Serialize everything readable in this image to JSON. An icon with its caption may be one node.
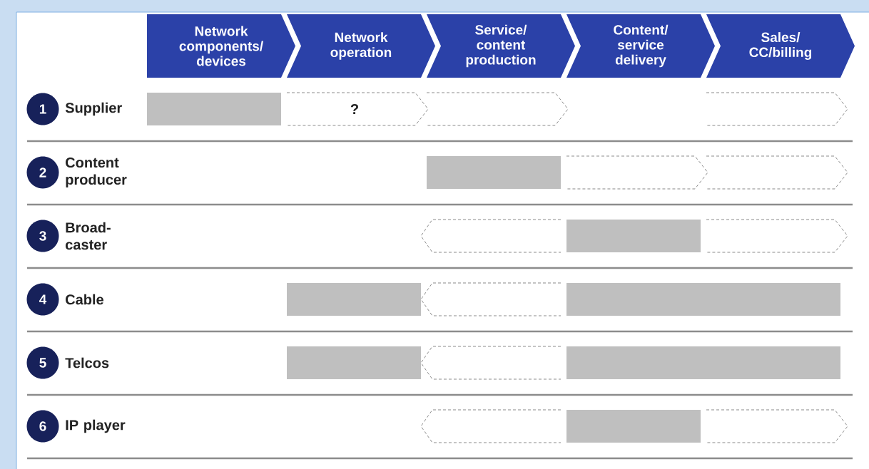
{
  "diagram": {
    "nodes": [
      {
        "text": [
          "Network components/ devices"
        ]
      },
      {
        "text": [
          "Network operation"
        ]
      },
      {
        "text": [
          "Service/ content production"
        ]
      },
      {
        "text": [
          "Content/ service delivery"
        ]
      },
      {
        "text": [
          "Sales/ CC/billing"
        ]
      },
      {
        "text": [
          "1"
        ],
        "beside": [
          "Supplier"
        ]
      },
      {
        "text": [],
        "shape": "bar"
      },
      {
        "text": [
          "?"
        ]
      },
      {
        "text": [],
        "shape": "chevron"
      },
      {
        "text": [],
        "shape": "chevron"
      },
      {
        "text": [
          "2"
        ],
        "beside": [
          "Content producer"
        ]
      },
      {
        "text": [],
        "shape": "bar"
      },
      {
        "text": [],
        "shape": "chevron"
      },
      {
        "text": [],
        "shape": "chevron"
      },
      {
        "text": [
          "3"
        ],
        "beside": [
          "Broad- caster"
        ]
      },
      {
        "text": [],
        "shape": "chevron"
      },
      {
        "text": [],
        "shape": "bar"
      },
      {
        "text": [],
        "shape": "chevron"
      },
      {
        "text": [
          "4"
        ],
        "beside": [
          "Cable"
        ]
      },
      {
        "text": [],
        "shape": "bar"
      },
      {
        "text": [],
        "shape": "chevron"
      },
      {
        "text": [],
        "shape": "bar"
      },
      {
        "text": [
          "5"
        ],
        "beside": [
          "Telcos"
        ]
      },
      {
        "text": [],
        "shape": "bar"
      },
      {
        "text": [],
        "shape": "chevron"
      },
      {
        "text": [],
        "shape": "bar"
      },
      {
        "text": [
          "6"
        ],
        "beside": [
          "IP player"
        ]
      },
      {
        "text": [],
        "shape": "chevron"
      },
      {
        "text": [],
        "shape": "bar"
      },
      {
        "text": [],
        "shape": "chevron"
      }
    ]
  }
}
